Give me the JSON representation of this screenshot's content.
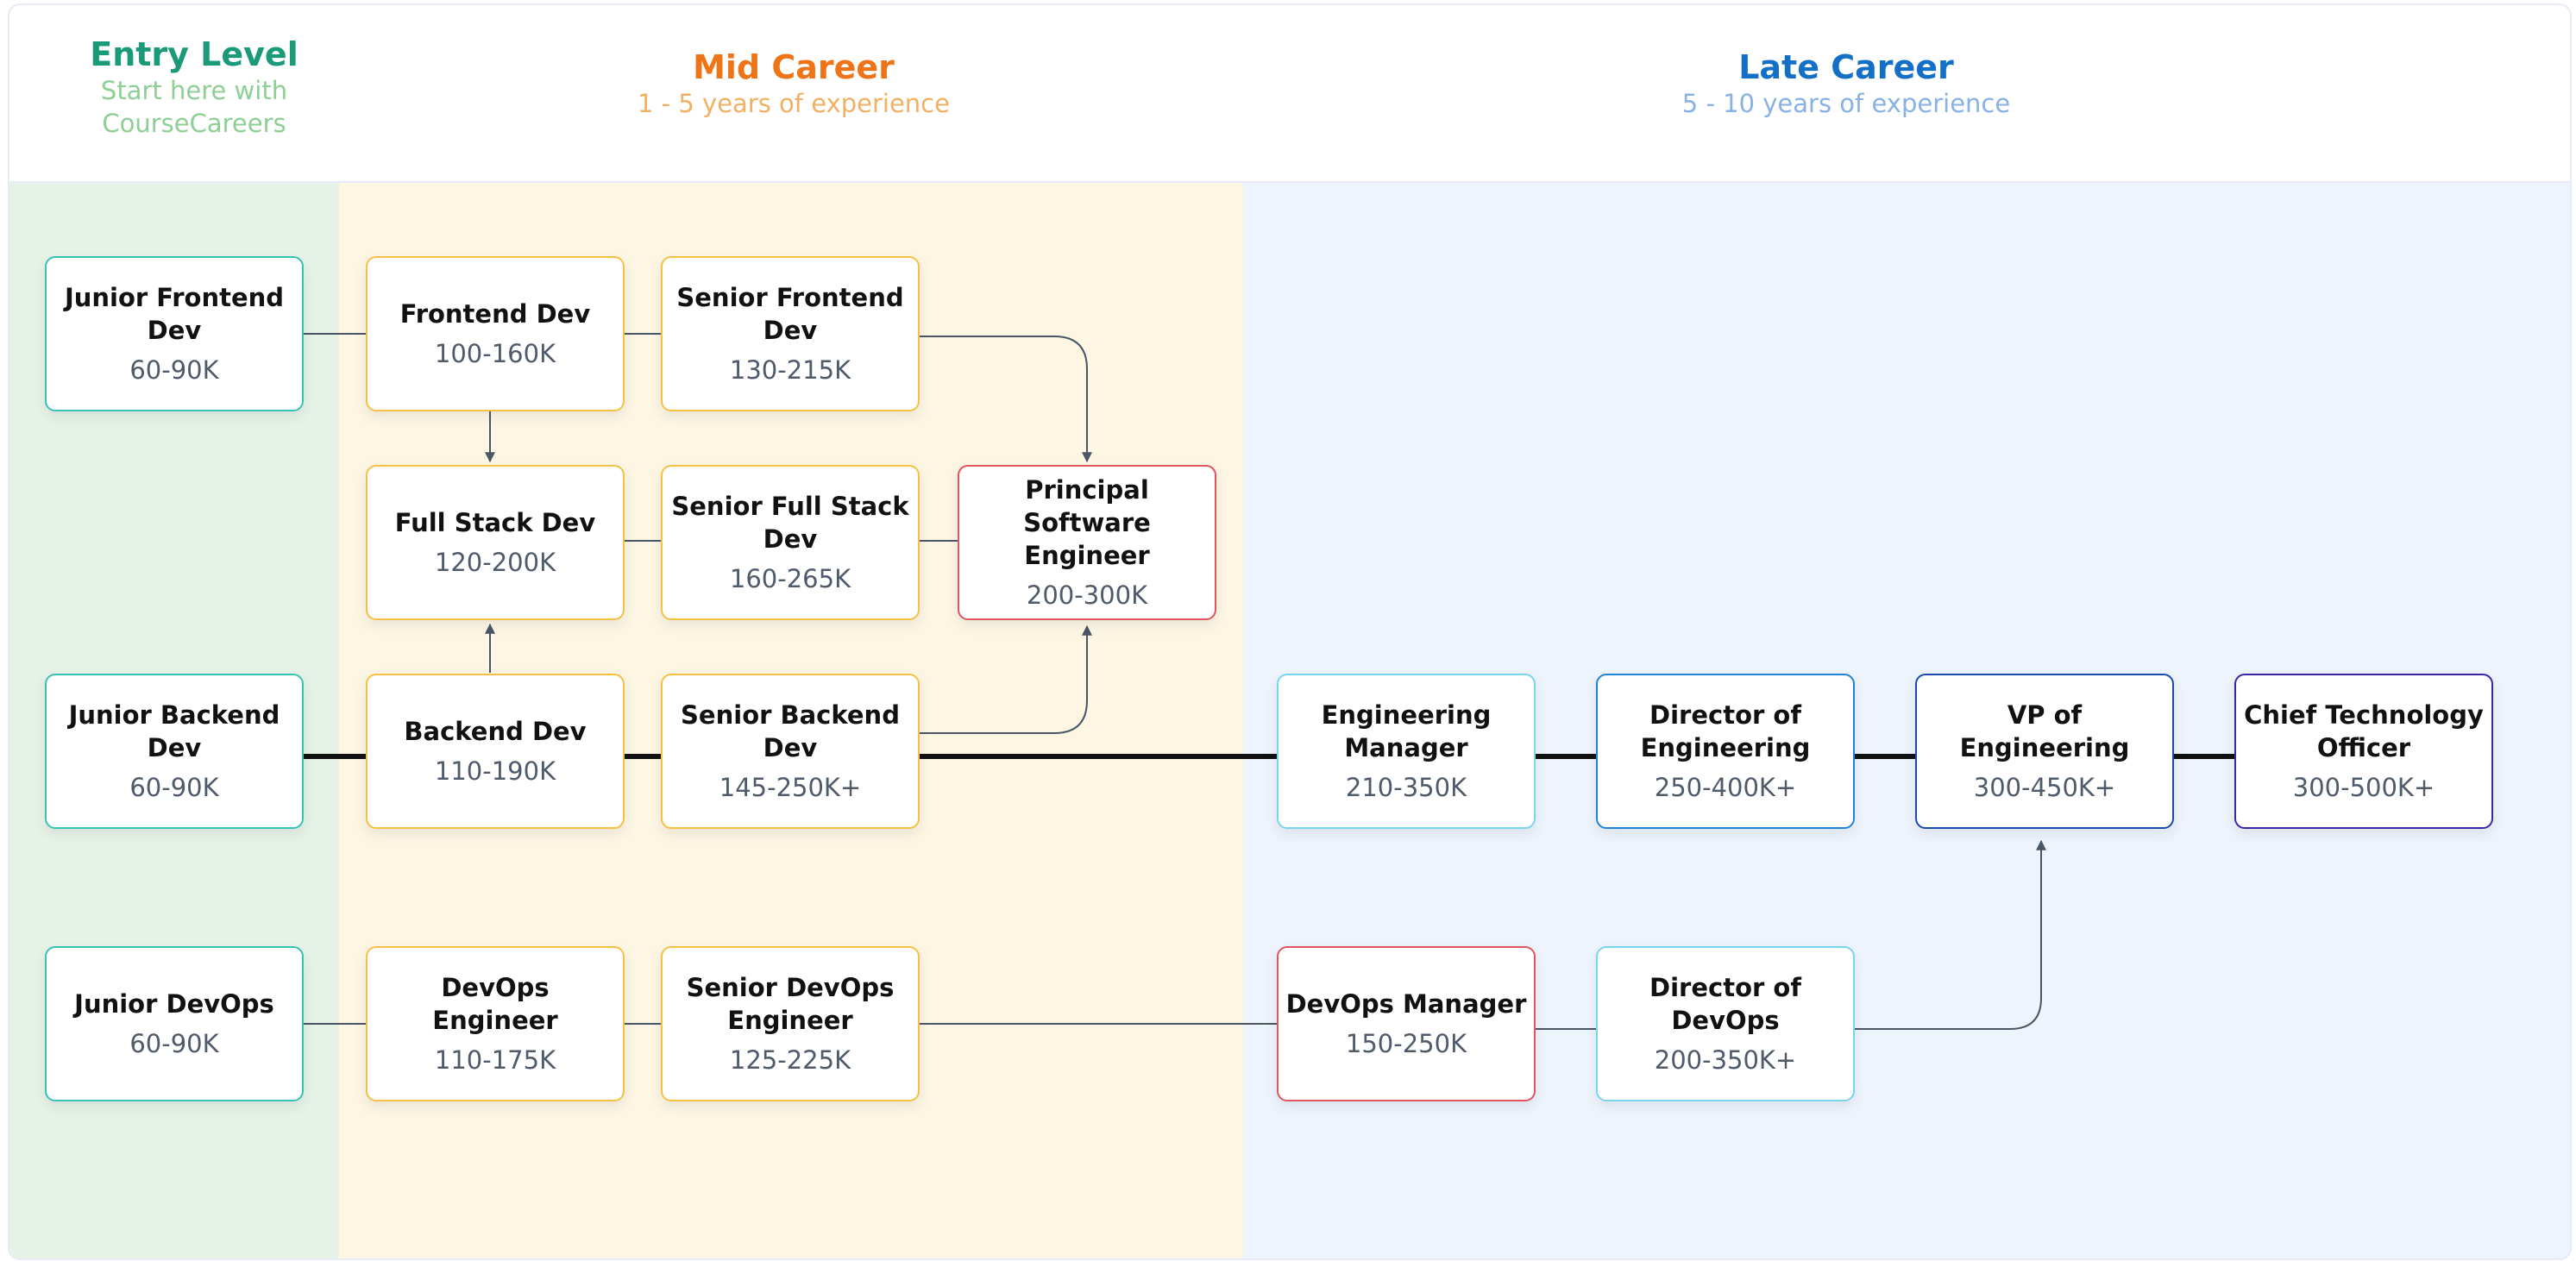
{
  "columns": {
    "entry": {
      "title": "Entry Level",
      "subtitle": "Start here with CourseCareers"
    },
    "mid": {
      "title": "Mid Career",
      "subtitle": "1 - 5 years of experience"
    },
    "late": {
      "title": "Late Career",
      "subtitle": "5 - 10 years of experience"
    }
  },
  "colors": {
    "entry_band": "#e7f2e6",
    "mid_band": "#fdf6e3",
    "late_band": "#eef4fc",
    "entry_title": "#1a9a78",
    "mid_title": "#ef7418",
    "late_title": "#1470c7"
  },
  "nodes": {
    "junior_frontend": {
      "title": "Junior Frontend Dev",
      "salary": "60-90K"
    },
    "frontend": {
      "title": "Frontend Dev",
      "salary": "100-160K"
    },
    "senior_frontend": {
      "title": "Senior Frontend Dev",
      "salary": "130-215K"
    },
    "full_stack": {
      "title": "Full Stack Dev",
      "salary": "120-200K"
    },
    "senior_full_stack": {
      "title": "Senior Full Stack Dev",
      "salary": "160-265K"
    },
    "principal": {
      "title": "Principal Software Engineer",
      "salary": "200-300K"
    },
    "junior_backend": {
      "title": "Junior Backend Dev",
      "salary": "60-90K"
    },
    "backend": {
      "title": "Backend Dev",
      "salary": "110-190K"
    },
    "senior_backend": {
      "title": "Senior Backend Dev",
      "salary": "145-250K+"
    },
    "eng_manager": {
      "title": "Engineering Manager",
      "salary": "210-350K"
    },
    "director_eng": {
      "title": "Director of Engineering",
      "salary": "250-400K+"
    },
    "vp_eng": {
      "title": "VP of Engineering",
      "salary": "300-450K+"
    },
    "cto": {
      "title": "Chief Technology Officer",
      "salary": "300-500K+"
    },
    "junior_devops": {
      "title": "Junior DevOps",
      "salary": "60-90K"
    },
    "devops_engineer": {
      "title": "DevOps Engineer",
      "salary": "110-175K"
    },
    "senior_devops": {
      "title": "Senior DevOps Engineer",
      "salary": "125-225K"
    },
    "devops_manager": {
      "title": "DevOps Manager",
      "salary": "150-250K"
    },
    "director_devops": {
      "title": "Director of DevOps",
      "salary": "200-350K+"
    }
  }
}
